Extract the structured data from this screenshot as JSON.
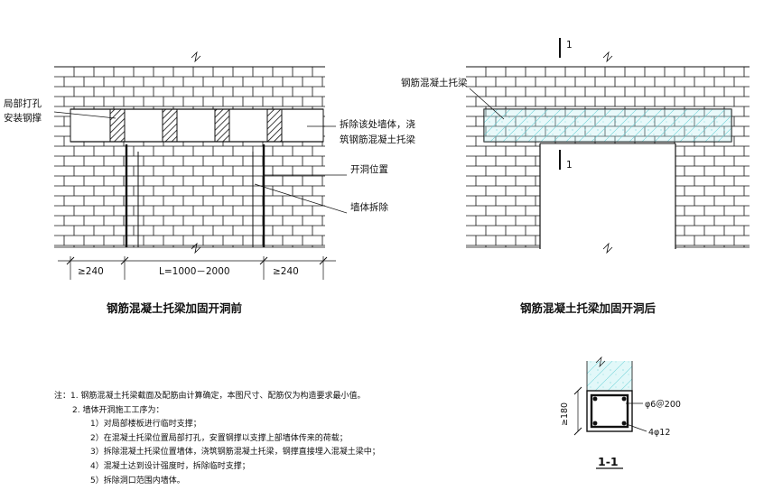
{
  "left_diagram": {
    "caption": "钢筋混凝土托梁加固开洞前",
    "label_local_hole": [
      "局部打孔",
      "安装钢撑"
    ],
    "label_remove_wall": [
      "拆除该处墙体，浇",
      "筑钢筋混凝土托梁"
    ],
    "label_opening_position": "开洞位置",
    "label_wall_demolish": "墙体拆除",
    "dim_left": "≥240",
    "dim_middle": "L=1000－2000",
    "dim_right": "≥240"
  },
  "right_diagram": {
    "caption": "钢筋混凝土托梁加固开洞后",
    "label_beam": "钢筋混凝土托梁",
    "section_mark_top": "1",
    "section_mark_bottom": "1"
  },
  "section": {
    "title": "1-1",
    "height_dim": "≥180",
    "stirrup": "φ6＠200",
    "bars": "4φ12"
  },
  "notes": {
    "line1": "注：1. 钢筋混凝土托梁截面及配筋由计算确定，本图尺寸、配筋仅为构造要求最小值。",
    "line2": "2. 墙体开洞施工工序为：",
    "steps": [
      "1）对局部楼板进行临时支撑；",
      "2）在混凝土托梁位置局部打孔，安置钢撑以支撑上部墙体传来的荷载；",
      "3）拆除混凝土托梁位置墙体，浇筑钢筋混凝土托梁，钢撑直接埋入混凝土梁中；",
      "4）混凝土达到设计强度时，拆除临时支撑；",
      "5）拆除洞口范围内墙体。"
    ]
  }
}
